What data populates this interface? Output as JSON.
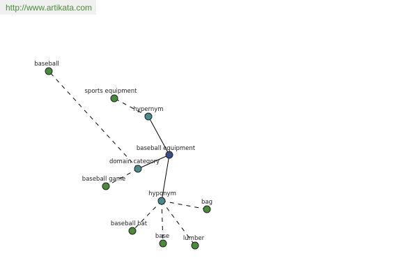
{
  "header": {
    "url_text": "http://www.artikata.com"
  },
  "colors": {
    "leaf": "#4a8a3a",
    "relation": "#4a8a8a",
    "center": "#3b4c8a",
    "banner_bg": "#f0f0f0",
    "banner_text": "#4a8a3a"
  },
  "graph": {
    "nodes": [
      {
        "id": "baseball",
        "label": "baseball",
        "kind": "leaf"
      },
      {
        "id": "sports-equipment",
        "label": "sports equipment",
        "kind": "leaf"
      },
      {
        "id": "hypernym",
        "label": "hypernym",
        "kind": "relation"
      },
      {
        "id": "baseball-equipment",
        "label": "baseball equipment",
        "kind": "center"
      },
      {
        "id": "domain-category",
        "label": "domain category",
        "kind": "relation"
      },
      {
        "id": "baseball-game",
        "label": "baseball game",
        "kind": "leaf"
      },
      {
        "id": "hyponym",
        "label": "hyponym",
        "kind": "relation"
      },
      {
        "id": "bag",
        "label": "bag",
        "kind": "leaf"
      },
      {
        "id": "baseball-bat",
        "label": "baseball bat",
        "kind": "leaf"
      },
      {
        "id": "base",
        "label": "base",
        "kind": "leaf"
      },
      {
        "id": "lumber",
        "label": "lumber",
        "kind": "leaf"
      }
    ],
    "edges": [
      {
        "from": "baseball-equipment",
        "to": "hypernym",
        "style": "solid"
      },
      {
        "from": "baseball-equipment",
        "to": "domain-category",
        "style": "solid"
      },
      {
        "from": "baseball-equipment",
        "to": "hyponym",
        "style": "solid"
      },
      {
        "from": "hypernym",
        "to": "sports-equipment",
        "style": "dashed"
      },
      {
        "from": "domain-category",
        "to": "baseball",
        "style": "dashed"
      },
      {
        "from": "domain-category",
        "to": "baseball-game",
        "style": "dashed"
      },
      {
        "from": "hyponym",
        "to": "bag",
        "style": "dashed"
      },
      {
        "from": "hyponym",
        "to": "baseball-bat",
        "style": "dashed"
      },
      {
        "from": "hyponym",
        "to": "base",
        "style": "dashed"
      },
      {
        "from": "hyponym",
        "to": "lumber",
        "style": "dashed"
      }
    ]
  }
}
